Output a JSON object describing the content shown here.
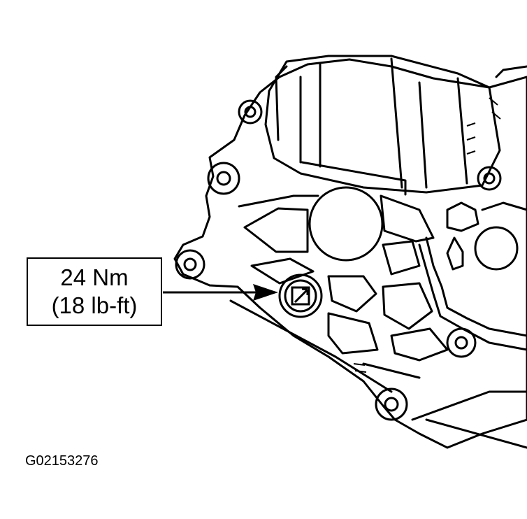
{
  "callout": {
    "torque_metric": "24 Nm",
    "torque_imperial": "(18 lb-ft)"
  },
  "figure_id": "G02153276",
  "colors": {
    "ink": "#000000",
    "paper": "#ffffff"
  },
  "icons": [
    "arrow-icon",
    "bolt-icon"
  ]
}
